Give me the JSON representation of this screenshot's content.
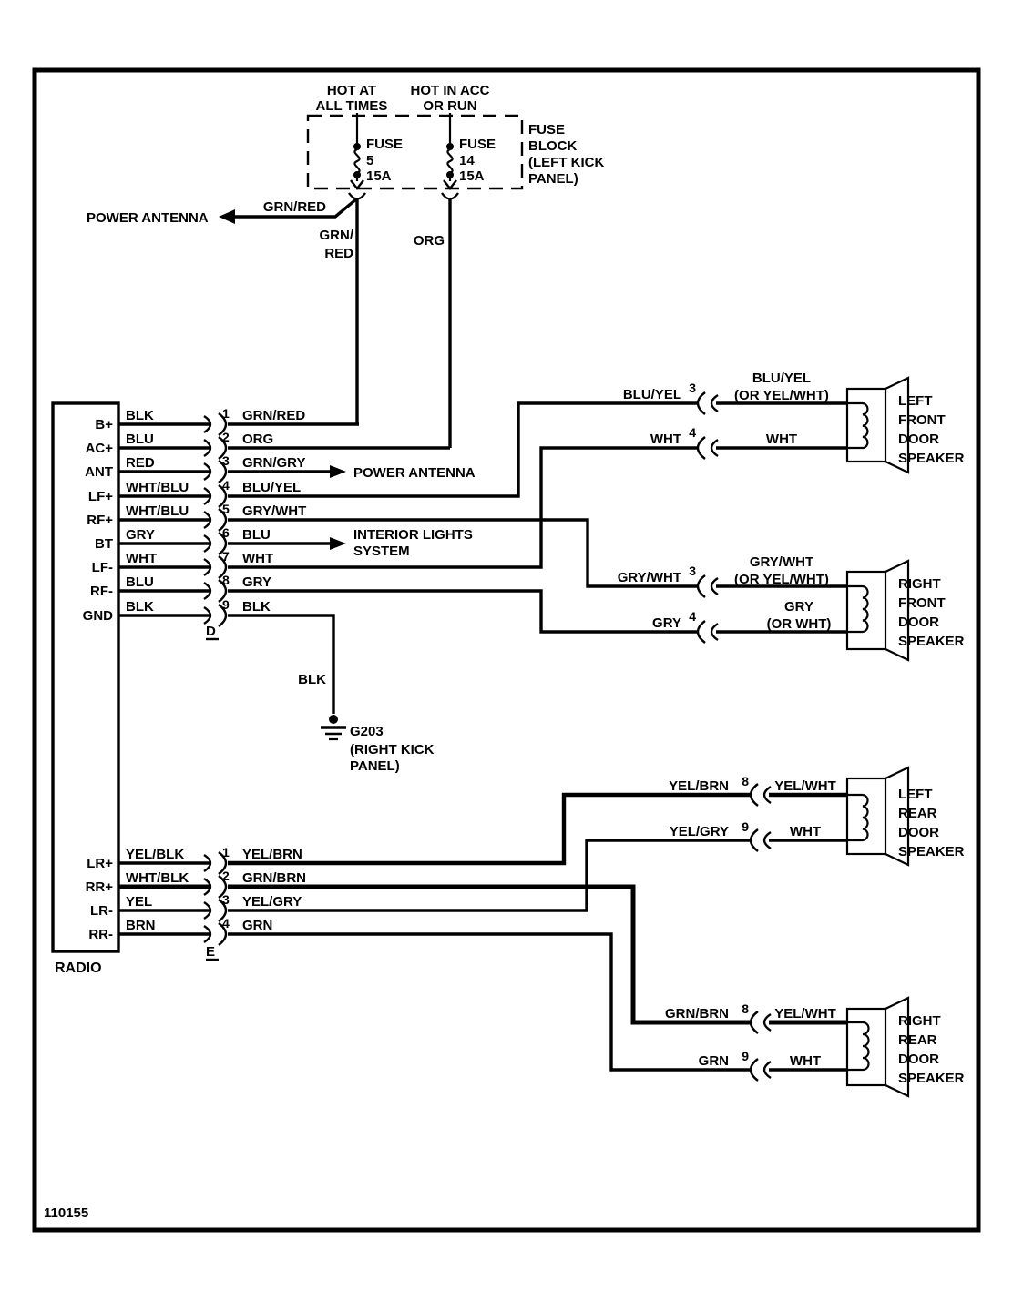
{
  "page": {
    "doc_number": "110155",
    "background": "#ffffff",
    "line_color": "#000000"
  },
  "fuse_block": {
    "box_label_lines": [
      "FUSE",
      "BLOCK",
      "(LEFT KICK",
      "PANEL)"
    ],
    "fuses": [
      {
        "hot_label_lines": [
          "HOT AT",
          "ALL TIMES"
        ],
        "name": "FUSE",
        "number": "5",
        "rating": "15A",
        "output_wire_lines": [
          "GRN/",
          "RED"
        ]
      },
      {
        "hot_label_lines": [
          "HOT IN ACC",
          "OR RUN"
        ],
        "name": "FUSE",
        "number": "14",
        "rating": "15A",
        "output_wire": "ORG"
      }
    ]
  },
  "power_antenna_branch": {
    "wire": "GRN/RED",
    "dest": "POWER ANTENNA"
  },
  "radio": {
    "label": "RADIO",
    "connector_d": {
      "label": "D",
      "rows": [
        {
          "pin": "B+",
          "wire_in": "BLK",
          "num": "1",
          "wire_out": "GRN/RED"
        },
        {
          "pin": "AC+",
          "wire_in": "BLU",
          "num": "2",
          "wire_out": "ORG"
        },
        {
          "pin": "ANT",
          "wire_in": "RED",
          "num": "3",
          "wire_out": "GRN/GRY"
        },
        {
          "pin": "LF+",
          "wire_in": "WHT/BLU",
          "num": "4",
          "wire_out": "BLU/YEL"
        },
        {
          "pin": "RF+",
          "wire_in": "WHT/BLU",
          "num": "5",
          "wire_out": "GRY/WHT"
        },
        {
          "pin": "BT",
          "wire_in": "GRY",
          "num": "6",
          "wire_out": "BLU"
        },
        {
          "pin": "LF-",
          "wire_in": "WHT",
          "num": "7",
          "wire_out": "WHT"
        },
        {
          "pin": "RF-",
          "wire_in": "BLU",
          "num": "8",
          "wire_out": "GRY"
        },
        {
          "pin": "GND",
          "wire_in": "BLK",
          "num": "9",
          "wire_out": "BLK"
        }
      ]
    },
    "connector_e": {
      "label": "E",
      "rows": [
        {
          "pin": "LR+",
          "wire_in": "YEL/BLK",
          "num": "1",
          "wire_out": "YEL/BRN"
        },
        {
          "pin": "RR+",
          "wire_in": "WHT/BLK",
          "num": "2",
          "wire_out": "GRN/BRN"
        },
        {
          "pin": "LR-",
          "wire_in": "YEL",
          "num": "3",
          "wire_out": "YEL/GRY"
        },
        {
          "pin": "RR-",
          "wire_in": "BRN",
          "num": "4",
          "wire_out": "GRN"
        }
      ]
    }
  },
  "dest_arrows": {
    "power_antenna": "POWER ANTENNA",
    "interior_lights_lines": [
      "INTERIOR LIGHTS",
      "SYSTEM"
    ]
  },
  "ground": {
    "wire": "BLK",
    "name": "G203",
    "location_lines": [
      "(RIGHT KICK",
      "PANEL)"
    ]
  },
  "speakers": {
    "left_front": {
      "label_lines": [
        "LEFT",
        "FRONT",
        "DOOR",
        "SPEAKER"
      ],
      "pins": [
        {
          "num": "3",
          "wire_left": "BLU/YEL",
          "wire_right_lines": [
            "BLU/YEL",
            "(OR YEL/WHT)"
          ]
        },
        {
          "num": "4",
          "wire_left": "WHT",
          "wire_right_lines": [
            "WHT"
          ]
        }
      ]
    },
    "right_front": {
      "label_lines": [
        "RIGHT",
        "FRONT",
        "DOOR",
        "SPEAKER"
      ],
      "pins": [
        {
          "num": "3",
          "wire_left": "GRY/WHT",
          "wire_right_lines": [
            "GRY/WHT",
            "(OR YEL/WHT)"
          ]
        },
        {
          "num": "4",
          "wire_left": "GRY",
          "wire_right_lines": [
            "GRY",
            "(OR WHT)"
          ]
        }
      ]
    },
    "left_rear": {
      "label_lines": [
        "LEFT",
        "REAR",
        "DOOR",
        "SPEAKER"
      ],
      "pins": [
        {
          "num": "8",
          "wire_left": "YEL/BRN",
          "wire_right_lines": [
            "YEL/WHT"
          ]
        },
        {
          "num": "9",
          "wire_left": "YEL/GRY",
          "wire_right_lines": [
            "WHT"
          ]
        }
      ]
    },
    "right_rear": {
      "label_lines": [
        "RIGHT",
        "REAR",
        "DOOR",
        "SPEAKER"
      ],
      "pins": [
        {
          "num": "8",
          "wire_left": "GRN/BRN",
          "wire_right_lines": [
            "YEL/WHT"
          ]
        },
        {
          "num": "9",
          "wire_left": "GRN",
          "wire_right_lines": [
            "WHT"
          ]
        }
      ]
    }
  }
}
